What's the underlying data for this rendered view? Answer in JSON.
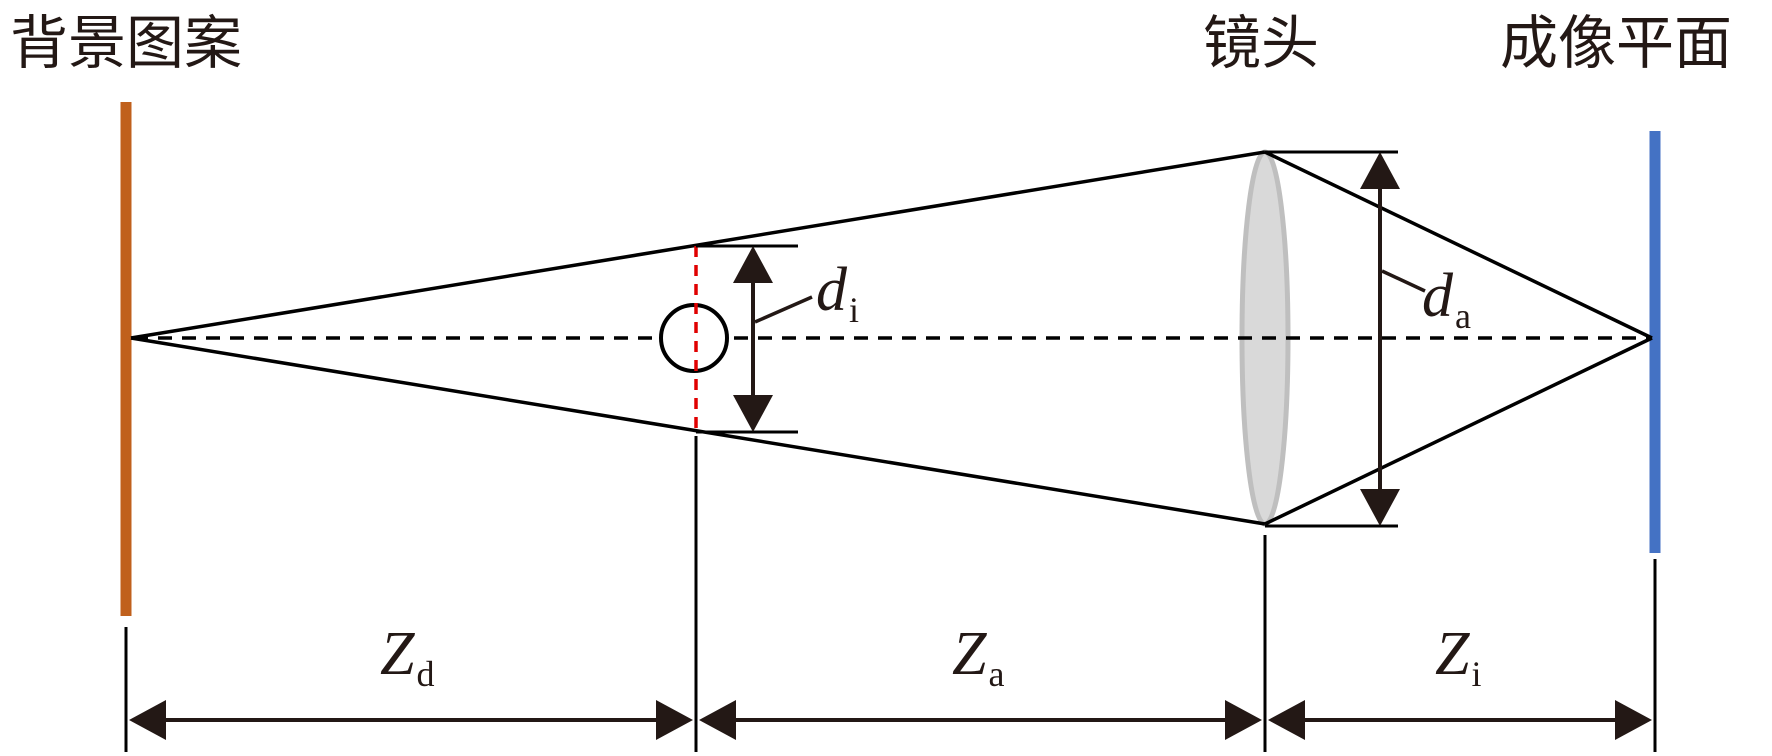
{
  "labels": {
    "background": "背景图案",
    "lens": "镜头",
    "image_plane": "成像平面"
  },
  "symbols": {
    "d_i": {
      "main": "d",
      "sub": "i"
    },
    "d_a": {
      "main": "d",
      "sub": "a"
    },
    "Z_d": {
      "main": "Z",
      "sub": "d"
    },
    "Z_a": {
      "main": "Z",
      "sub": "a"
    },
    "Z_i": {
      "main": "Z",
      "sub": "i"
    }
  },
  "colors": {
    "background_pattern": "#c0601c",
    "image_plane": "#4472c4",
    "lens_fill": "#d9d9d9",
    "lens_stroke": "#bfbfbf",
    "object_plane_dashed": "#e00000",
    "line": "#000000",
    "arrow": "#231815"
  }
}
